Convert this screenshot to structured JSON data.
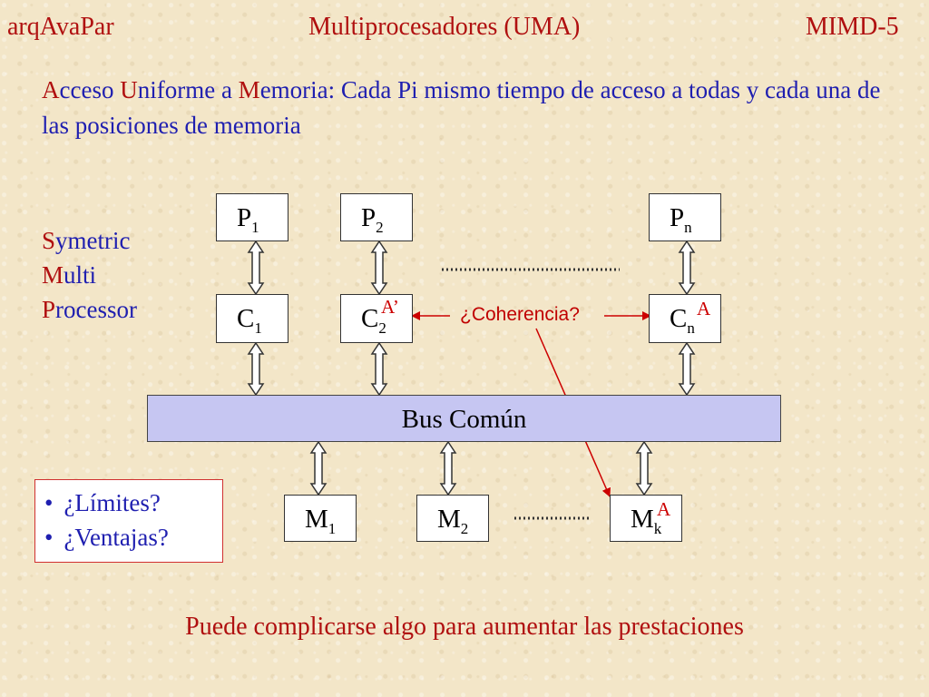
{
  "header": {
    "left": "arqAvaPar",
    "title": "Multiprocesadores (UMA)",
    "right": "MIMD-5"
  },
  "intro": {
    "a_initial": "A",
    "a_rest": "cceso ",
    "u_initial": "U",
    "u_rest": "niforme a ",
    "m_initial": "M",
    "m_rest": "emoria: ",
    "text": "Cada Pi mismo tiempo de acceso a todas y cada una de las posiciones de memoria"
  },
  "smp": {
    "line1_initial": "S",
    "line1_rest": "ymetric",
    "line2_initial": "M",
    "line2_rest": "ulti",
    "line3_initial": "P",
    "line3_rest": "rocessor"
  },
  "processors": [
    {
      "letter": "P",
      "sub": "1"
    },
    {
      "letter": "P",
      "sub": "2"
    },
    {
      "letter": "P",
      "sub": "n"
    }
  ],
  "caches": [
    {
      "letter": "C",
      "sub": "1",
      "sup": ""
    },
    {
      "letter": "C",
      "sub": "2",
      "sup": "A’"
    },
    {
      "letter": "C",
      "sub": "n",
      "sup": "A"
    }
  ],
  "bus": {
    "label": "Bus Común"
  },
  "memories": [
    {
      "letter": "M",
      "sub": "1",
      "sup": ""
    },
    {
      "letter": "M",
      "sub": "2",
      "sup": ""
    },
    {
      "letter": "M",
      "sub": "k",
      "sup": "A"
    }
  ],
  "coherence_label": "¿Coherencia?",
  "bullets": [
    "¿Límites?",
    "¿Ventajas?"
  ],
  "footer": "Puede complicarse algo para aumentar las prestaciones",
  "colors": {
    "blue_text": "#1f1fb0",
    "red_text": "#b01010",
    "bus_fill": "#c6c6f2",
    "arrow_red": "#cc0000"
  }
}
